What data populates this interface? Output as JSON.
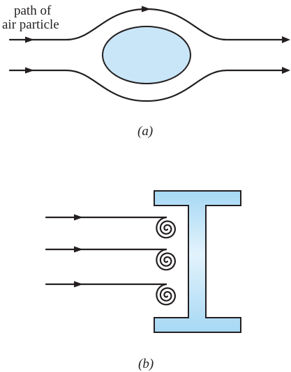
{
  "panel_a": {
    "label_line1": "path of",
    "label_line2": "air particle",
    "caption": "(a)",
    "obstacle_shape": "ellipse",
    "obstacle_fill": "#c9e6f8",
    "flow_direction": "left-to-right",
    "streamline_count": 2
  },
  "panel_b": {
    "caption": "(b)",
    "obstacle_shape": "I-beam",
    "obstacle_fill_light": "#e3f3fc",
    "obstacle_fill_dark": "#a6d8f4",
    "flow_direction": "left-to-right",
    "streamline_count": 3,
    "vortex_count": 3
  },
  "colors": {
    "stroke": "#231f20",
    "background": "#ffffff"
  }
}
